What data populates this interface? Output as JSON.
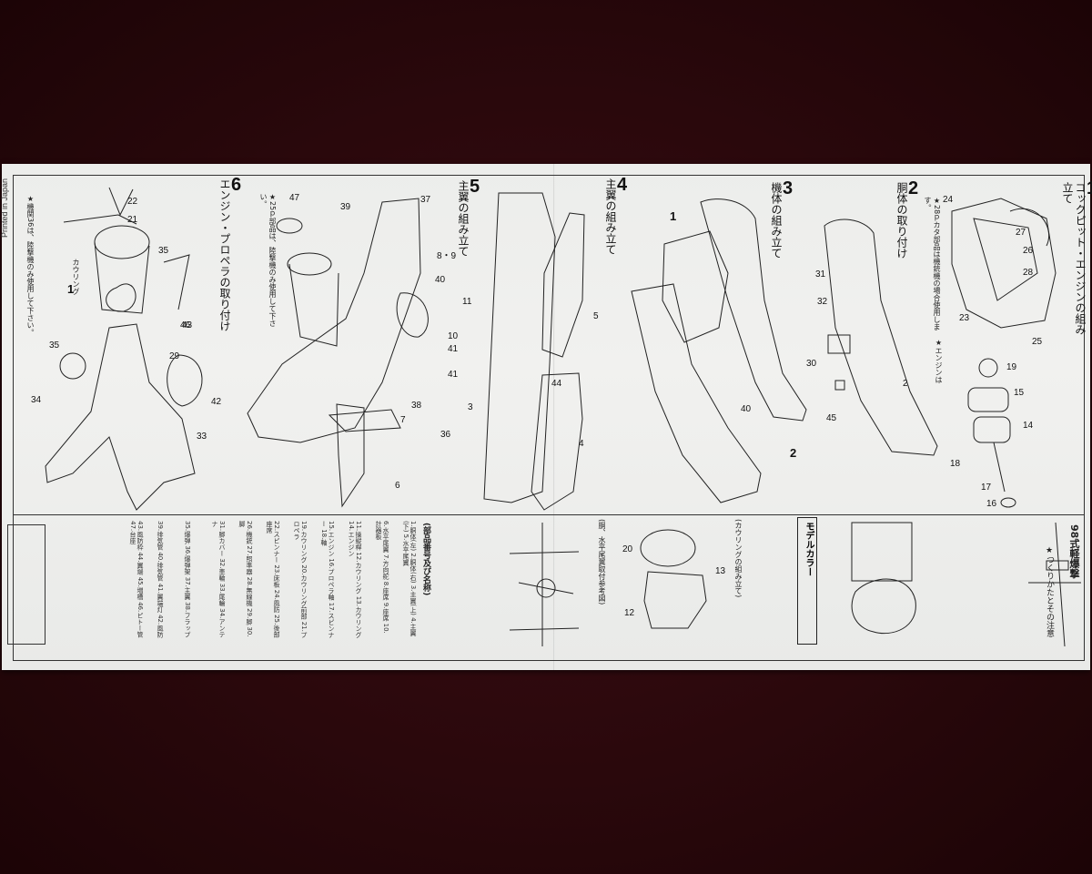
{
  "sheet": {
    "printed_in": "Printed in Japan",
    "title": "98式軽爆撃",
    "steps": [
      {
        "num": "1",
        "title": "コックピット・エンジンの組み立て"
      },
      {
        "num": "2",
        "title": "胴体の取り付け"
      },
      {
        "num": "3",
        "title": "機体の組み立て"
      },
      {
        "num": "4",
        "title": "主翼の組み立て"
      },
      {
        "num": "5",
        "title": "主翼の組み立て"
      },
      {
        "num": "6",
        "title": "エンジン・プロペラの取り付け"
      }
    ],
    "notes": {
      "step6_note": "★25ｐ部品は、陸撃機のみ使用して下さい。",
      "step6_note2": "★機関36は、陸撃機のみ使用して下さい。",
      "cowling": "カウリング",
      "step2_note": "★28ｐカタ部品は機銃機の場合使用します。",
      "engine_note": "★エンジンは",
      "model_color": "モデルカラー",
      "cowling_assembly": "(カウリングの組み立て)",
      "tailplane": "(胴、水平尾翼取付参考図)",
      "parts_list_head": "(部品番号及び名称)",
      "how_to": "★つくりかたとその注意"
    },
    "labels": {
      "p1": "1",
      "p2": "2",
      "p3": "3",
      "p4": "4",
      "p5": "5",
      "p6": "6",
      "p7": "7",
      "p8_9": "8・9",
      "p10": "10",
      "p11": "11",
      "p12": "12",
      "p13": "13",
      "p14": "14",
      "p15": "15",
      "p16": "16",
      "p17": "17",
      "p18": "18",
      "p19": "19",
      "p20": "20",
      "p21": "21",
      "p22": "22",
      "p23": "23",
      "p24": "24",
      "p25": "25",
      "p26": "26",
      "p27": "27",
      "p28": "28",
      "p29": "29",
      "p30": "30",
      "p31": "31",
      "p32": "32",
      "p33": "33",
      "p34": "34",
      "p35": "35",
      "p36": "36",
      "p37": "37",
      "p38": "38",
      "p39": "39",
      "p40": "40",
      "p41": "41",
      "p42": "42",
      "p43": "43",
      "p44": "44",
      "p45": "45",
      "p46": "46",
      "p47": "47"
    }
  }
}
